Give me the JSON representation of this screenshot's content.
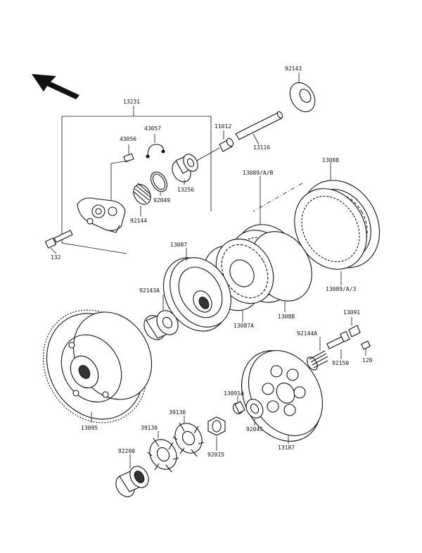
{
  "labels": {
    "p92143": "92143",
    "p13231": "13231",
    "p43057": "43057",
    "p43056": "43056",
    "p11012": "11012",
    "p13116": "13116",
    "p13256": "13256",
    "p92049": "92049",
    "p92144": "92144",
    "p132": "132",
    "p13088a": "13088",
    "p13089ab": "13089/A/B",
    "p13087": "13087",
    "p92143a": "92143A",
    "p13089a3": "13089/A/3",
    "p13088b": "13088",
    "p13087a": "13087A",
    "p13091": "13091",
    "p92144a": "92144A",
    "p120": "120",
    "p92150": "92150",
    "p13095": "13095",
    "p13091a": "13091A",
    "p39130a": "39130",
    "p39130b": "39130",
    "p92045": "92045",
    "p13187": "13187",
    "p92200": "92200",
    "p92015": "92015"
  },
  "icons": {
    "direction": "front-direction-arrow-icon"
  }
}
